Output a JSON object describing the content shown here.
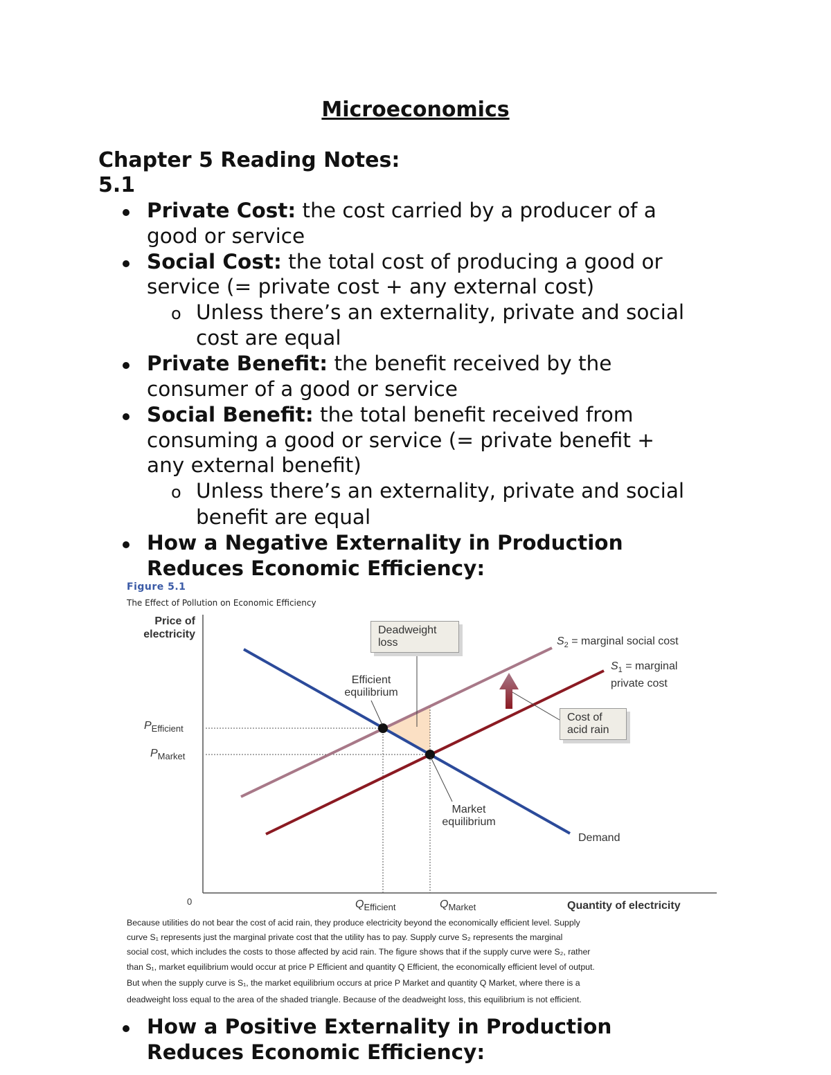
{
  "title": "Microeconomics",
  "chapter_heading": "Chapter 5 Reading Notes:",
  "section": "5.1",
  "bullets": [
    {
      "term": "Private Cost:",
      "lines": [
        " the cost carried by a producer of a",
        "good or service"
      ]
    },
    {
      "term": "Social Cost:",
      "lines": [
        " the total cost of producing a good or",
        "service (= private cost + any external cost)"
      ],
      "sub": [
        "Unless there’s an externality, private and social",
        "cost are equal"
      ]
    },
    {
      "term": "Private Benefit:",
      "lines": [
        " the benefit received by the",
        "consumer of a good or service"
      ]
    },
    {
      "term": "Social Benefit:",
      "lines": [
        " the total benefit received from",
        "consuming a good or service (= private benefit +",
        "any external benefit)"
      ],
      "sub": [
        "Unless there’s an externality, private and social",
        "benefit are equal"
      ]
    },
    {
      "heading": [
        "How a Negative Externality in Production",
        "Reduces Economic Efficiency:"
      ]
    },
    {
      "heading": [
        "How a Positive Externality in Production",
        "Reduces Economic Efficiency:"
      ]
    }
  ],
  "figure": {
    "number": "Figure 5.1",
    "subtitle": "The Effect of Pollution on Economic Efficiency",
    "y_axis": [
      "Price of",
      "electricity"
    ],
    "x_axis": "Quantity of electricity",
    "origin": "0",
    "p_efficient": {
      "main": "P",
      "sub": "Efficient"
    },
    "p_market": {
      "main": "P",
      "sub": "Market"
    },
    "q_efficient": {
      "main": "Q",
      "sub": "Efficient"
    },
    "q_market": {
      "main": "Q",
      "sub": "Market"
    },
    "deadweight": [
      "Deadweight",
      "loss"
    ],
    "efficient_eq": [
      "Efficient",
      "equilibrium"
    ],
    "market_eq": [
      "Market",
      "equilibrium"
    ],
    "s2": {
      "sym": "S",
      "sub": "2",
      "text": " = marginal social cost"
    },
    "s1": {
      "sym": "S",
      "sub": "1",
      "text": " = marginal",
      "text2": "private cost"
    },
    "cost_acid": [
      "Cost of",
      "acid rain"
    ],
    "demand": "Demand",
    "colors": {
      "demand": "#2b4a9a",
      "s1": "#8b1a22",
      "s2": "#a87888",
      "dwl": "#fbe0c4",
      "title": "#3a5aa6"
    },
    "caption": [
      "Because utilities do not bear the cost of acid rain, they produce electricity beyond the economically efficient level. Supply",
      "curve  S₁ represents just the marginal private cost that the utility has to pay. Supply curve S₂ represents the marginal",
      "social cost, which includes the costs to those affected by acid rain. The figure shows that if the supply curve were  S₂, rather",
      "than  S₁, market equilibrium would occur at price P Efficient and quantity Q Efficient, the economically efficient level of output.",
      "But when the supply curve is S₁, the market equilibrium occurs at price P Market and quantity Q Market, where there is a",
      "deadweight loss equal to the area of the shaded triangle. Because of the deadweight loss, this equilibrium is not efficient."
    ]
  }
}
